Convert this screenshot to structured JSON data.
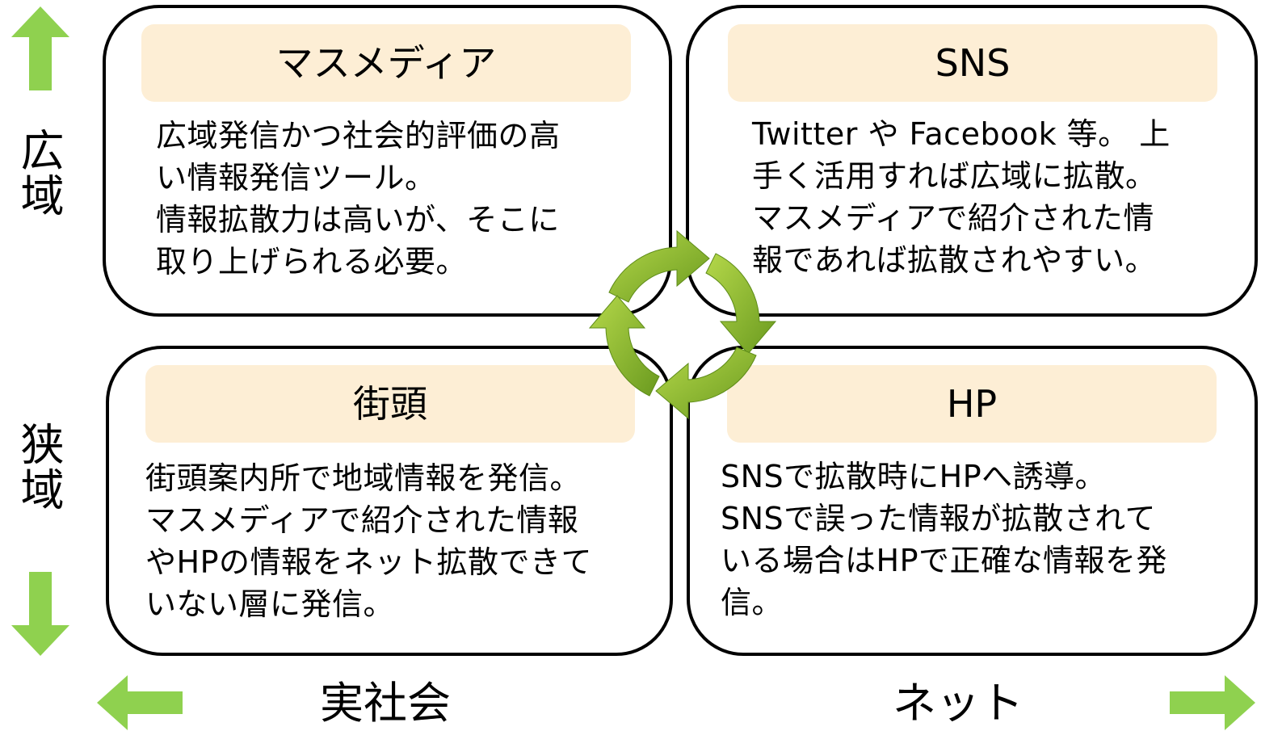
{
  "axes": {
    "vertical_top": "広域",
    "vertical_bottom": "狭域",
    "horizontal_left": "実社会",
    "horizontal_right": "ネット"
  },
  "quadrants": {
    "top_left": {
      "title": "マスメディア",
      "body": "広域発信かつ社会的評価の高\nい情報発信ツール。\n情報拡散力は高いが、そこに\n取り上げられる必要。"
    },
    "top_right": {
      "title": "SNS",
      "body": "Twitter や Facebook 等。 上\n手く活用すれば広域に拡散。\nマスメディアで紹介された情\n報であれば拡散されやすい。"
    },
    "bottom_left": {
      "title": "街頭",
      "body": "街頭案内所で地域情報を発信。\nマスメディアで紹介された情報\nやHPの情報をネット拡散できて\nいない層に発信。"
    },
    "bottom_right": {
      "title": "HP",
      "body": "SNSで拡散時にHPへ誘導。\nSNSで誤った情報が拡散されて\nいる場合はHPで正確な情報を発\n信。"
    }
  },
  "colors": {
    "arrow_green": "#8fd14f",
    "cycle_dark": "#6a9a1f",
    "cycle_light": "#b5d84a",
    "title_bg": "#fdeed5"
  },
  "icons": {
    "up": "arrow-up-icon",
    "down": "arrow-down-icon",
    "left": "arrow-left-icon",
    "right": "arrow-right-icon",
    "cycle": "cycle-arrows-icon"
  }
}
